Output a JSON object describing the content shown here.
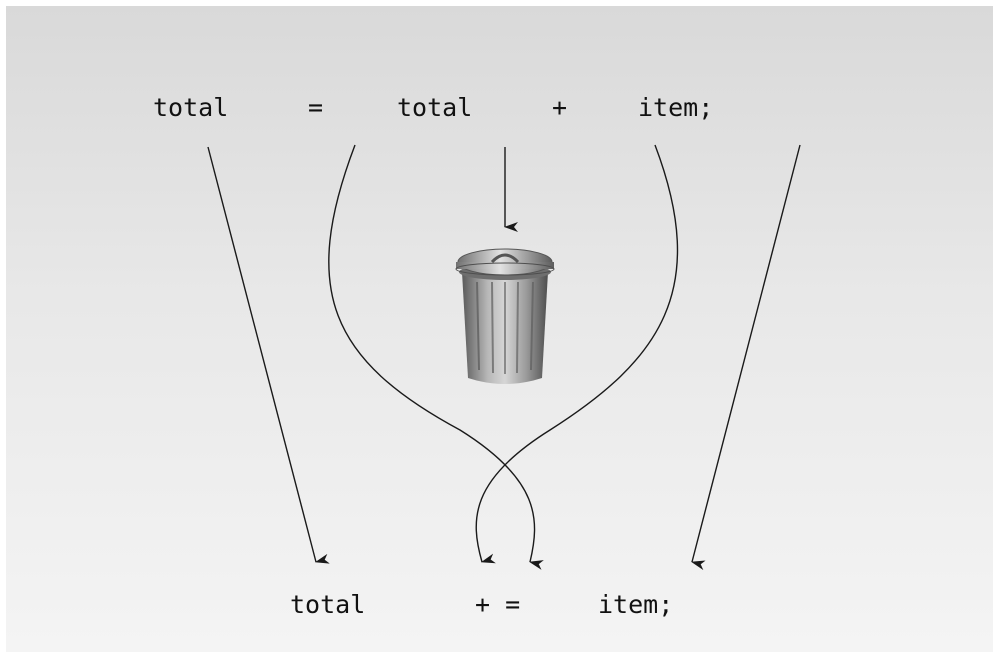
{
  "top_statement": {
    "lhs": "total",
    "assign": "=",
    "operand1": "total",
    "plus": "+",
    "operand2": "item;"
  },
  "bottom_statement": {
    "lhs": "total",
    "compound_op": "+ =",
    "operand": "item;"
  },
  "icons": {
    "discard": "trash-can-icon"
  },
  "colors": {
    "text": "#111111",
    "lines": "#1a1a1a",
    "background_top": "#d9d9d9",
    "background_bottom": "#f4f4f4"
  }
}
